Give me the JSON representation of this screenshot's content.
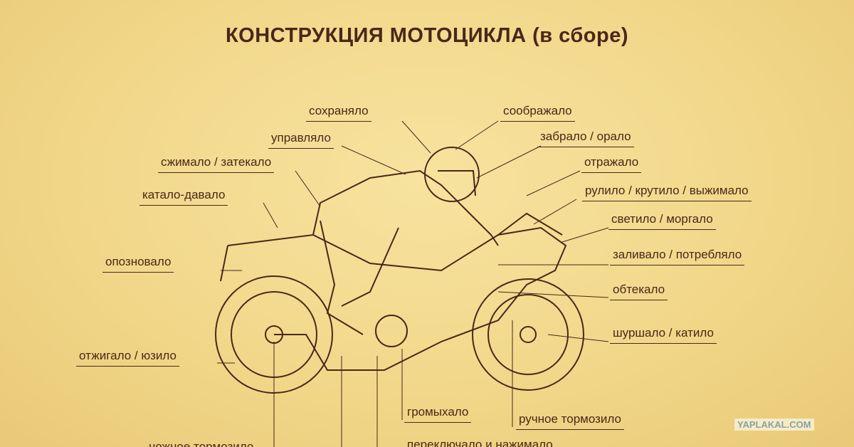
{
  "title": "КОНСТРУКЦИЯ МОТОЦИКЛА (в сборе)",
  "labels": {
    "sokhranyalo": "сохраняло",
    "soobrazhalo": "соображало",
    "upravlyalo": "управляло",
    "zabralo": "забрало / орало",
    "szhimalo": "сжимало / затекало",
    "otrazhalo": "отражало",
    "katalo": "катало-давало",
    "rulilo": "рулило / крутило / выжимало",
    "svetilo": "светило / моргало",
    "opoznovalo": "опозновало",
    "zalivalo": "заливало / потребляло",
    "obtekalo": "обтекало",
    "shurshalo": "шуршало / катило",
    "otzhigalo": "отжигало / юзило",
    "gromykhalo": "громыхало",
    "tormozilo": "ручное тормозило",
    "pereklyuchalo": "переключало и нажимало",
    "nozhnoe": "ножное тормозило"
  },
  "watermark": "YAPLAKAL.COM"
}
